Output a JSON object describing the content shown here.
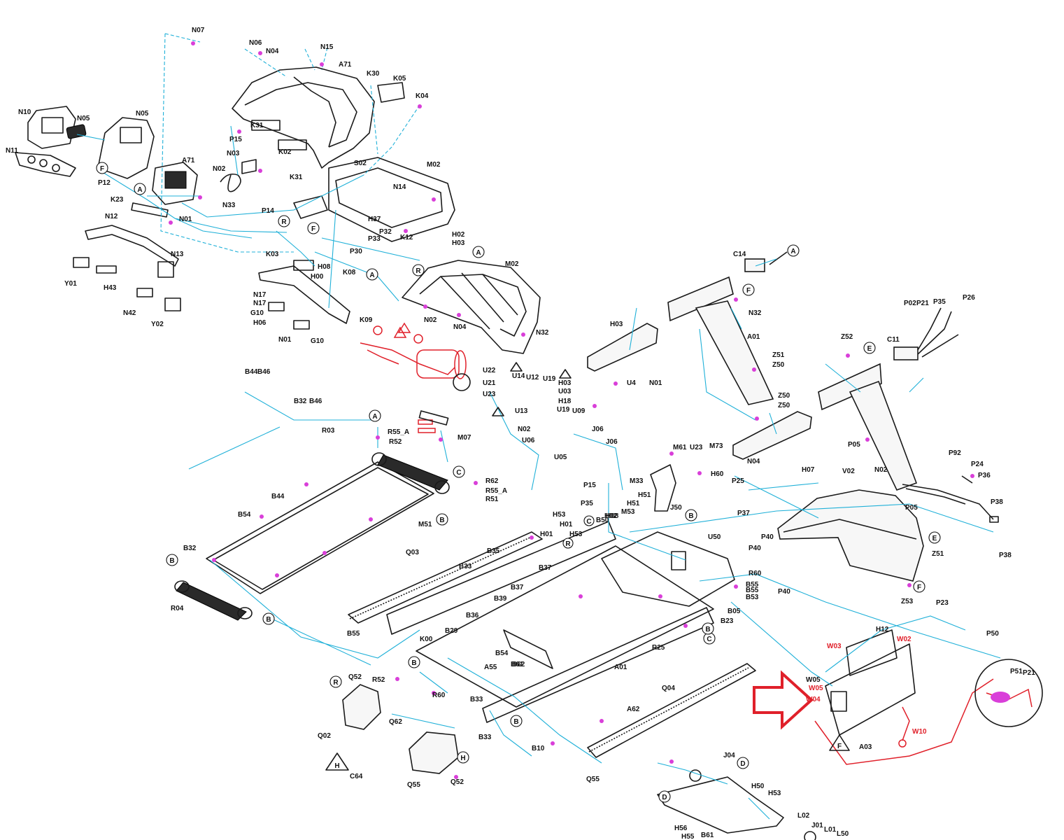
{
  "diagram": {
    "part_labels": [
      "N07",
      "N06",
      "N04",
      "N15",
      "A71",
      "K30",
      "K05",
      "K04",
      "N10",
      "N05",
      "N05",
      "N11",
      "K31",
      "P15",
      "N03",
      "K02",
      "K31",
      "A71",
      "N02",
      "N33",
      "P12",
      "K23",
      "N01",
      "P14",
      "N12",
      "N13",
      "Y01",
      "H43",
      "N42",
      "Y02",
      "S02",
      "M02",
      "N14",
      "H37",
      "P32",
      "K12",
      "P33",
      "P30",
      "H02",
      "H03",
      "K03",
      "H00",
      "H08",
      "K08",
      "N17",
      "N17",
      "G10",
      "H06",
      "N01",
      "G10",
      "K09",
      "M02",
      "N02",
      "N04",
      "N32",
      "C14",
      "N32",
      "H03",
      "N01",
      "A01",
      "Z51",
      "Z50",
      "Z50",
      "Z50",
      "P02",
      "P21",
      "P35",
      "P26",
      "Z52",
      "C11",
      "B44",
      "B46",
      "B32",
      "B46",
      "R03",
      "R55_A",
      "R52",
      "M07",
      "U22",
      "U14",
      "U12",
      "U19",
      "H03",
      "U03",
      "H18",
      "U21",
      "U23",
      "U13",
      "U19",
      "U09",
      "N02",
      "U06",
      "J06",
      "J06",
      "U05",
      "U4",
      "M61",
      "U23",
      "M73",
      "H60",
      "N04",
      "H07",
      "P05",
      "V02",
      "N02",
      "P92",
      "P24",
      "P36",
      "P38",
      "P05",
      "P38",
      "B44",
      "B54",
      "R62",
      "R55_A",
      "R51",
      "M51",
      "M33",
      "P15",
      "P35",
      "H51",
      "H53",
      "B50",
      "H02",
      "H01",
      "H01",
      "H53",
      "H08",
      "H51",
      "M53",
      "J50",
      "P25",
      "P37",
      "P40",
      "P40",
      "U50",
      "R60",
      "B55",
      "B55",
      "B53",
      "P40",
      "B05",
      "B23",
      "Z51",
      "Z53",
      "P23",
      "B32",
      "Q03",
      "B35",
      "B33",
      "B39",
      "B37",
      "B37",
      "R04",
      "B36",
      "B55",
      "B29",
      "K00",
      "B54",
      "A55",
      "B61",
      "B62",
      "A01",
      "R25",
      "R52",
      "R60",
      "Q52",
      "Q02",
      "Q62",
      "B33",
      "B33",
      "Q04",
      "A62",
      "B10",
      "C64",
      "Q55",
      "Q52",
      "Q55",
      "H12",
      "W03",
      "W02",
      "W05",
      "W04",
      "W05",
      "P50",
      "P51",
      "P21",
      "W10",
      "A03",
      "J04",
      "H50",
      "H53",
      "H56",
      "H55",
      "L02",
      "J01",
      "L01",
      "L50",
      "B61"
    ],
    "reference_markers": [
      "A",
      "B",
      "C",
      "D",
      "E",
      "F",
      "H",
      "R"
    ]
  }
}
